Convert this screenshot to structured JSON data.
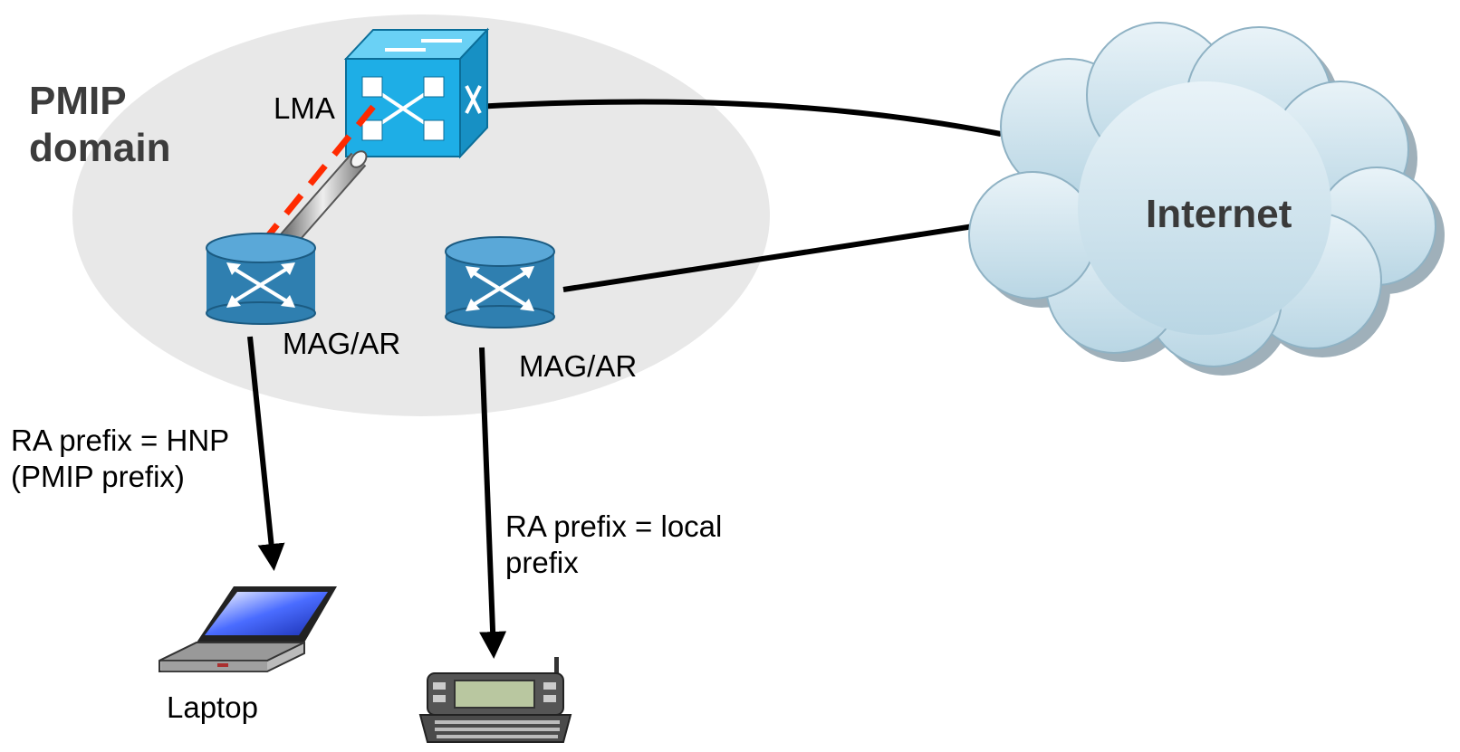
{
  "domain": {
    "line1": "PMIP",
    "line2": "domain"
  },
  "lma": {
    "label": "LMA"
  },
  "mag_left": {
    "label": "MAG/AR"
  },
  "mag_right": {
    "label": "MAG/AR"
  },
  "internet": {
    "label": "Internet"
  },
  "link_left": {
    "line1": "RA prefix = HNP",
    "line2": "(PMIP prefix)"
  },
  "link_right": {
    "line1": "RA prefix = local",
    "line2": "prefix"
  },
  "laptop": {
    "label": "Laptop"
  },
  "colors": {
    "domain_fill": "#e8e8e8",
    "router_blue": "#2f7fb0",
    "switch_cyan": "#1eaee6",
    "tunnel_red": "#ff2a00",
    "cloud": "#cfe3ee"
  },
  "icons": [
    "router-icon",
    "switch-icon",
    "cloud-icon",
    "laptop-icon",
    "handheld-icon"
  ]
}
